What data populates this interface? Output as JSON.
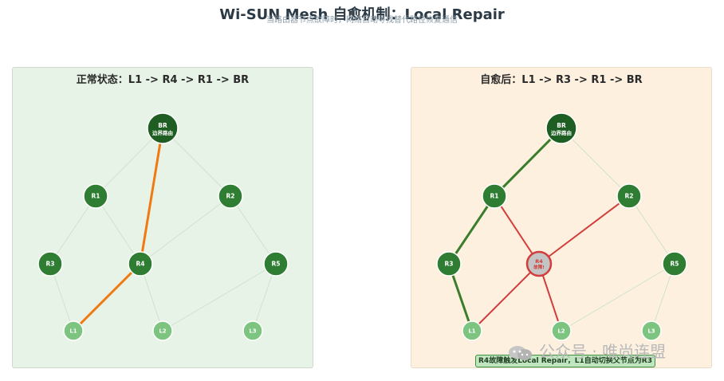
{
  "title": "Wi-SUN Mesh 自愈机制：Local Repair",
  "subtitle": "当路由器节点故障时，网络自动寻找替代路径恢复通信",
  "panels": {
    "left": {
      "title": "正常状态：L1 -> R4 -> R1 -> BR",
      "mesh_links": [
        [
          "BR",
          "R1"
        ],
        [
          "BR",
          "R2"
        ],
        [
          "R1",
          "R3"
        ],
        [
          "R1",
          "R4"
        ],
        [
          "R2",
          "R4"
        ],
        [
          "R2",
          "R5"
        ],
        [
          "R3",
          "L1"
        ],
        [
          "R4",
          "L2"
        ],
        [
          "R5",
          "L2"
        ],
        [
          "R5",
          "L3"
        ]
      ],
      "active_path": [
        [
          "L1",
          "R4"
        ],
        [
          "R4",
          "BR"
        ]
      ],
      "active_color": "#f07a12",
      "failed_node": null
    },
    "right": {
      "title": "自愈后：L1 -> R3 -> R1 -> BR",
      "mesh_links": [
        [
          "BR",
          "R2"
        ],
        [
          "R2",
          "R5"
        ],
        [
          "R5",
          "L2"
        ],
        [
          "R5",
          "L3"
        ]
      ],
      "active_path": [
        [
          "BR",
          "R1"
        ],
        [
          "R1",
          "R3"
        ],
        [
          "R3",
          "L1"
        ]
      ],
      "active_color": "#3a7d2c",
      "broken_links": [
        [
          "R1",
          "R4"
        ],
        [
          "R2",
          "R4"
        ],
        [
          "R4",
          "L1"
        ],
        [
          "R4",
          "L2"
        ]
      ],
      "broken_color": "#d23c3c",
      "failed_node": "R4",
      "failed_label": "故障!",
      "note": "R4故障触发Local Repair，L1自动切换父节点为R3"
    }
  },
  "nodes": {
    "BR": {
      "label": "BR",
      "sublabel": "边界路由",
      "role": "border-router"
    },
    "R1": {
      "label": "R1",
      "role": "router"
    },
    "R2": {
      "label": "R2",
      "role": "router"
    },
    "R3": {
      "label": "R3",
      "role": "router"
    },
    "R4": {
      "label": "R4",
      "role": "router"
    },
    "R5": {
      "label": "R5",
      "role": "router"
    },
    "L1": {
      "label": "L1",
      "role": "leaf"
    },
    "L2": {
      "label": "L2",
      "role": "leaf"
    },
    "L3": {
      "label": "L3",
      "role": "leaf"
    }
  },
  "colors": {
    "border_router": "#1e5e22",
    "router": "#2e7d32",
    "leaf": "#7cc47f",
    "mesh_link": "#cfe2cf",
    "failed_fill": "#c4c4c4",
    "failed_stroke": "#d23c3c"
  },
  "watermark": "公众号 · 唯尚连盟"
}
